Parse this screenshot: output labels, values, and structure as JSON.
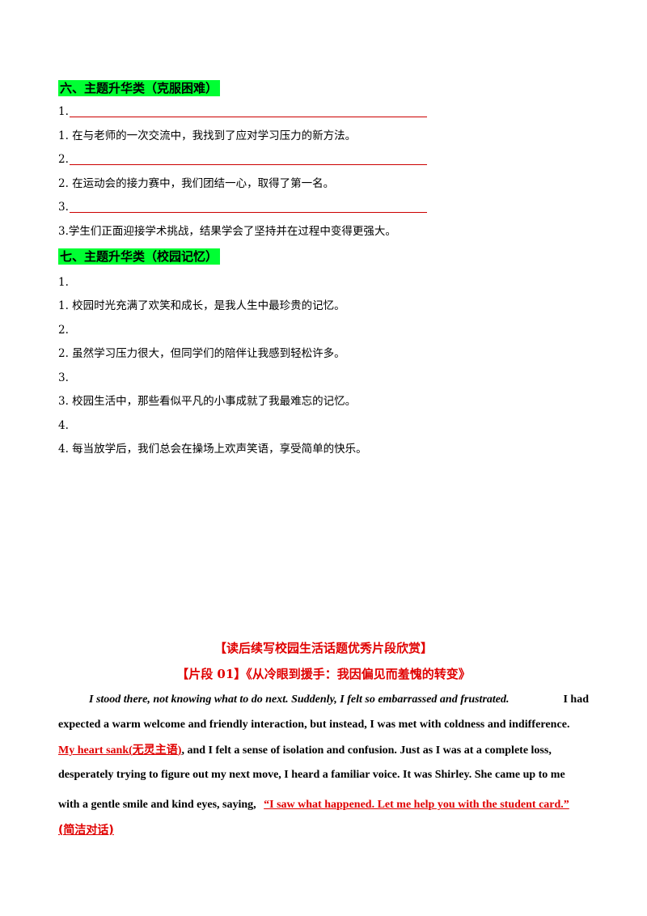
{
  "section6": {
    "heading": "六、主题升华类（克服困难）",
    "items": [
      {
        "num": "1.",
        "text": "1. 在与老师的一次交流中，我找到了应对学习压力的新方法。"
      },
      {
        "num": "2.",
        "text": "2. 在运动会的接力赛中，我们团结一心，取得了第一名。"
      },
      {
        "num": "3.",
        "text": "3.学生们正面迎接学术挑战，结果学会了坚持并在过程中变得更强大。"
      }
    ]
  },
  "section7": {
    "heading": "七、主题升华类（校园记忆）",
    "items": [
      {
        "num": "1.",
        "text": "1. 校园时光充满了欢笑和成长，是我人生中最珍贵的记忆。"
      },
      {
        "num": "2.",
        "text": "2. 虽然学习压力很大，但同学们的陪伴让我感到轻松许多。"
      },
      {
        "num": "3.",
        "text": "3. 校园生活中，那些看似平凡的小事成就了我最难忘的记忆。"
      },
      {
        "num": "4.",
        "text": "4. 每当放学后，我们总会在操场上欢声笑语，享受简单的快乐。"
      }
    ]
  },
  "appreciation": {
    "title": "【读后续写校园生活话题优秀片段欣赏】",
    "fragment_label": "【片段 01】",
    "fragment_title": "《从冷眼到援手：我因偏见而羞愧的转变》",
    "line1_italic": "I stood there, not knowing what to do next.  Suddenly, I felt so embarrassed and frustrated.",
    "line1_end": "I had",
    "line2": "expected a warm welcome and friendly interaction, but instead, I was met with coldness and indifference.",
    "line3_red": "My heart sank(",
    "line3_red_cn": "无灵主语",
    "line3_red_close": ")",
    "line3_rest": ", and I felt a sense of isolation and confusion. Just as I was at a complete loss,",
    "line4": "desperately trying to figure out my next move, I heard a familiar voice. It was Shirley. She came up to me",
    "line5_start": "with a gentle smile and kind eyes, saying,",
    "line5_quote": "“I saw what happened. Let me help you with the student card.”",
    "line6_note": "(简洁对话)"
  }
}
